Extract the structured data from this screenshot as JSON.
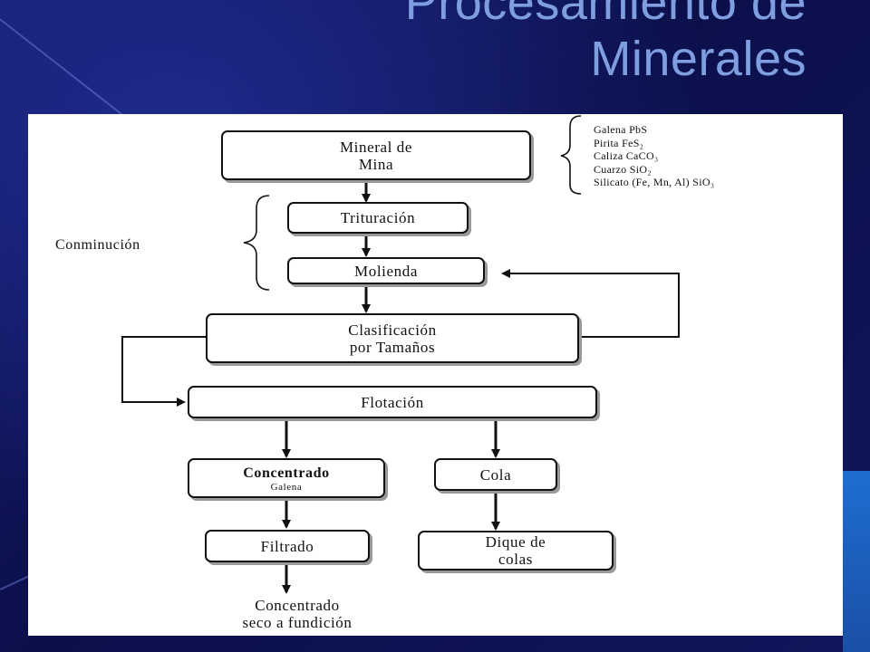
{
  "slide": {
    "title_line1": "Procesamiento de",
    "title_line2": "Minerales"
  },
  "diagram": {
    "mineral_de_mina": [
      "Mineral de",
      "Mina"
    ],
    "trituracion": "Trituración",
    "molienda": "Molienda",
    "conminucion": "Conminución",
    "clasificacion": [
      "Clasificación",
      "por Tamaños"
    ],
    "flotacion": "Flotación",
    "concentrado": "Concentrado",
    "concentrado_sub": "Galena",
    "cola": "Cola",
    "filtrado": "Filtrado",
    "dique": [
      "Dique de",
      "colas"
    ],
    "final": [
      "Concentrado",
      "seco a fundición"
    ],
    "minerals": [
      "Galena PbS",
      "Pirita FeS₂",
      "Caliza CaCO₃",
      "Cuarzo SiO₂",
      "Silicato (Fe, Mn, Al) SiO₃"
    ]
  },
  "colors": {
    "title": "#7e9ee0",
    "background": "#0b0f4a",
    "canvas": "#ffffff"
  }
}
